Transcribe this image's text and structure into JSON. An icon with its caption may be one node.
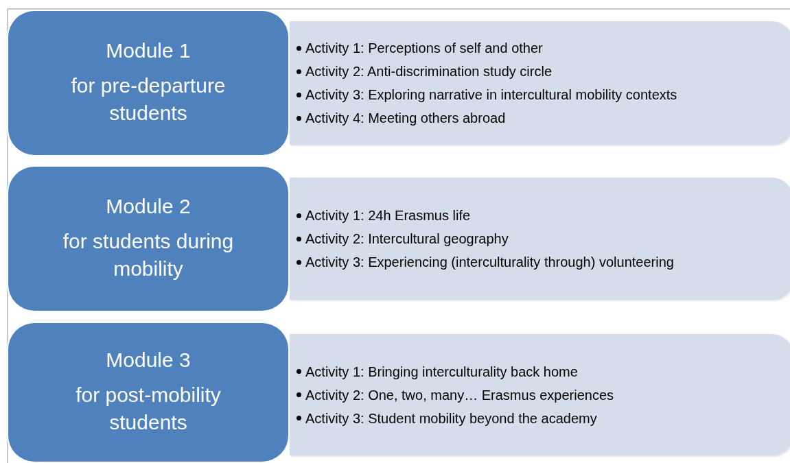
{
  "diagram": {
    "nodes": [
      {
        "text": [
          "Module 1",
          "for pre-departure students"
        ]
      },
      {
        "text": [
          "Activity 1: Perceptions of self and other",
          "Activity 2: Anti-discrimination study circle",
          "Activity 3: Exploring narrative in intercultural mobility contexts",
          "Activity 4: Meeting others abroad"
        ]
      },
      {
        "text": [
          "Module 2",
          "for students during mobility"
        ]
      },
      {
        "text": [
          "Activity 1: 24h Erasmus life",
          "Activity 2: Intercultural geography",
          "Activity 3: Experiencing (interculturality through) volunteering"
        ]
      },
      {
        "text": [
          "Module 3",
          "for post-mobility students"
        ]
      },
      {
        "text": [
          "Activity 1: Bringing interculturality back home",
          "Activity 2: One, two, many… Erasmus experiences",
          "Activity 3: Student mobility beyond the academy"
        ]
      }
    ],
    "edges": []
  }
}
